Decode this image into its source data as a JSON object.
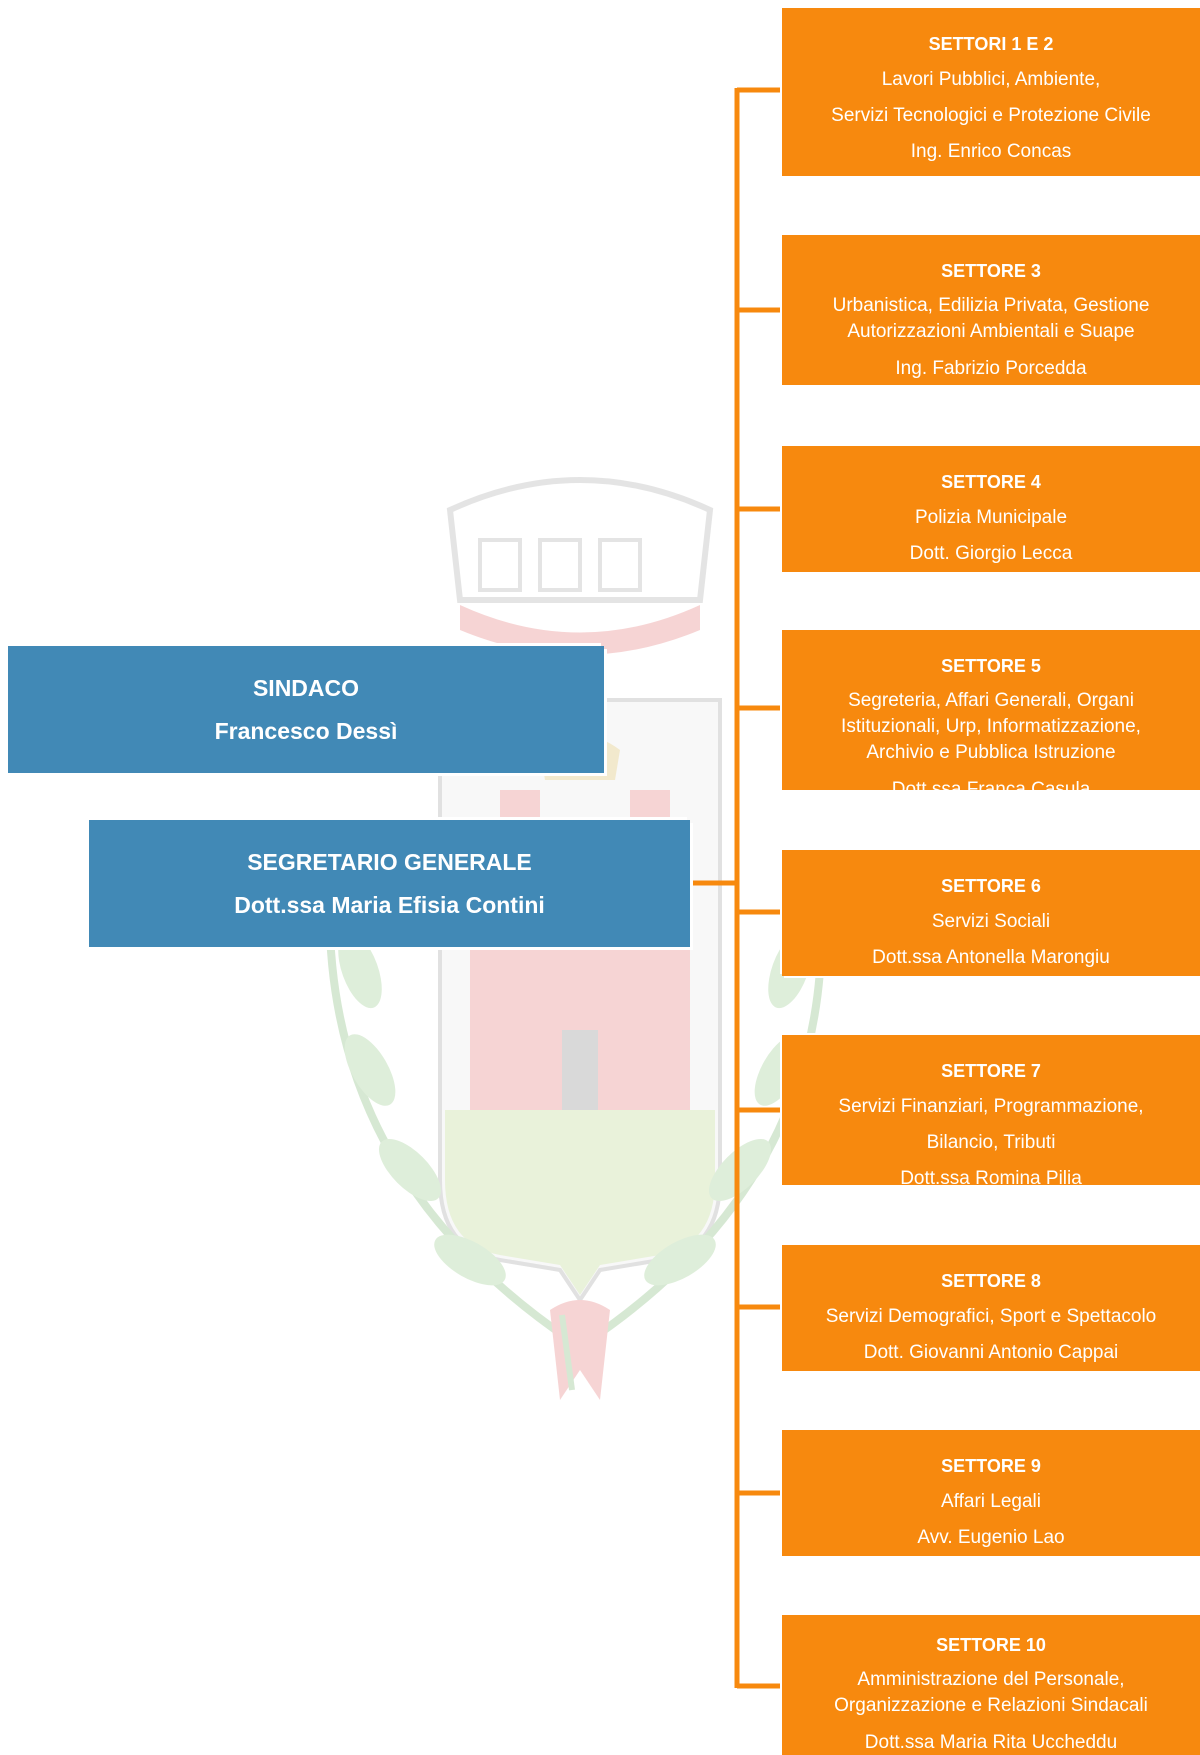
{
  "sindaco": {
    "role": "SINDACO",
    "name": "Francesco Dessì"
  },
  "segretario": {
    "role": "SEGRETARIO GENERALE",
    "name": "Dott.ssa Maria Efisia Contini"
  },
  "sectors": [
    {
      "title": "SETTORI 1 E 2",
      "lines": [
        "Lavori Pubblici, Ambiente,",
        "Servizi Tecnologici e Protezione Civile"
      ],
      "head": "Ing. Enrico Concas"
    },
    {
      "title": "SETTORE 3",
      "lines": [
        "Urbanistica, Edilizia Privata, Gestione",
        "Autorizzazioni  Ambientali e Suape"
      ],
      "head": "Ing. Fabrizio Porcedda"
    },
    {
      "title": "SETTORE 4",
      "lines": [
        "Polizia Municipale"
      ],
      "head": "Dott. Giorgio Lecca"
    },
    {
      "title": "SETTORE 5",
      "lines": [
        "Segreteria, Affari  Generali, Organi",
        "Istituzionali, Urp, Informatizzazione,",
        "Archivio e Pubblica Istruzione"
      ],
      "head": "Dott.ssa Franca Casula"
    },
    {
      "title": "SETTORE 6",
      "lines": [
        "Servizi Sociali"
      ],
      "head": "Dott.ssa Antonella Marongiu"
    },
    {
      "title": "SETTORE 7",
      "lines": [
        "Servizi Finanziari, Programmazione,",
        "Bilancio, Tributi"
      ],
      "head": "Dott.ssa Romina Pilia"
    },
    {
      "title": "SETTORE 8",
      "lines": [
        "Servizi Demografici, Sport e Spettacolo"
      ],
      "head": "Dott. Giovanni Antonio Cappai"
    },
    {
      "title": "SETTORE 9",
      "lines": [
        "Affari Legali"
      ],
      "head": "Avv. Eugenio Lao"
    },
    {
      "title": "SETTORE 10",
      "lines": [
        "Amministrazione del Personale,",
        "Organizzazione e Relazioni Sindacali"
      ],
      "head": "Dott.ssa Maria Rita Uccheddu"
    }
  ],
  "colors": {
    "blue_box": "#4189b6",
    "orange_box": "#f7890e",
    "connector": "#f7890e"
  }
}
